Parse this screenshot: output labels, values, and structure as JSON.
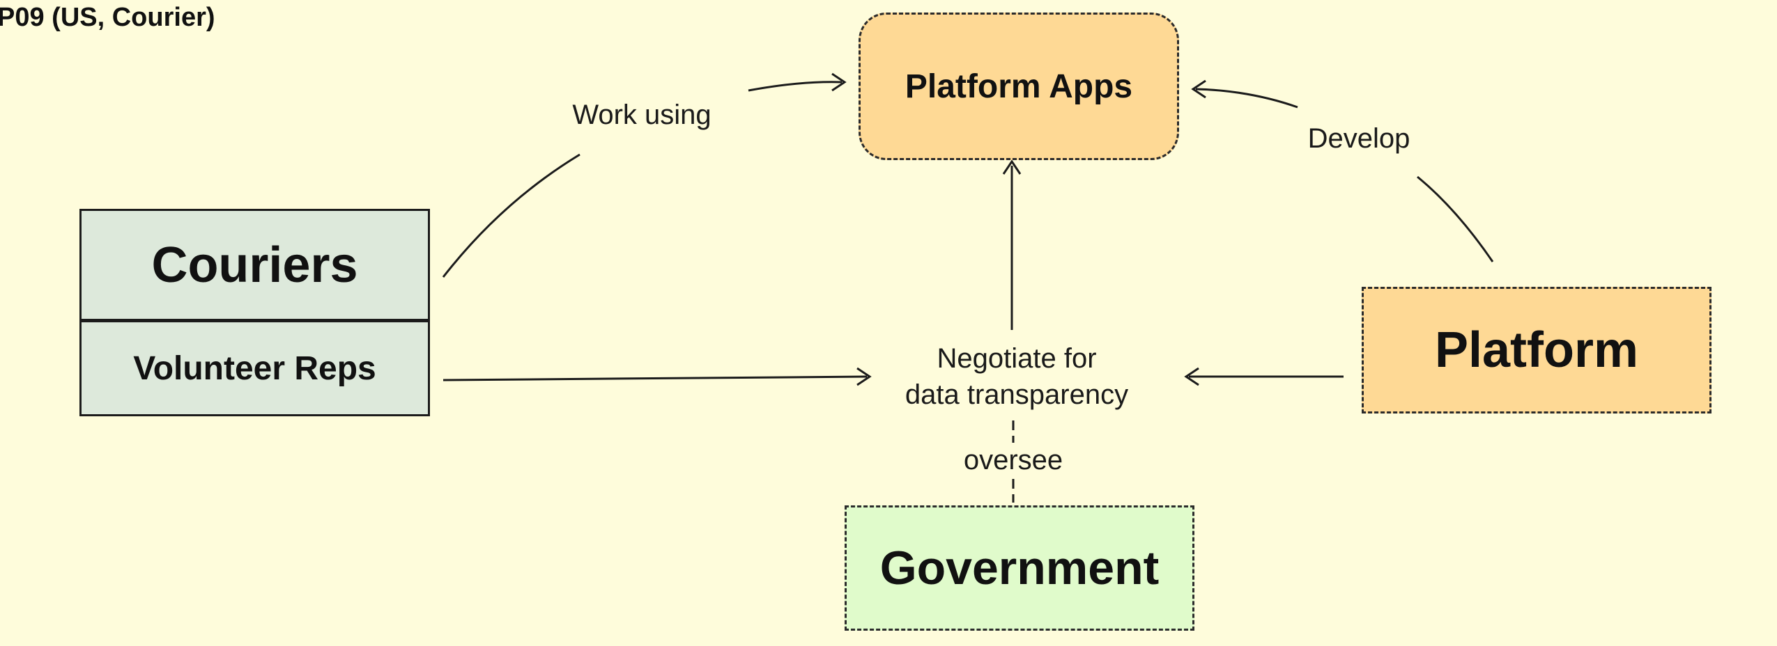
{
  "title": "P09 (US, Courier)",
  "nodes": {
    "platform_apps": "Platform Apps",
    "couriers": "Couriers",
    "volunteer_reps": "Volunteer Reps",
    "platform": "Platform",
    "government": "Government"
  },
  "edges": {
    "work_using": "Work using",
    "develop": "Develop",
    "negotiate_line1": "Negotiate for",
    "negotiate_line2": "data transparency",
    "oversee": "oversee"
  },
  "colors": {
    "background": "#fefcdb",
    "platform_fill": "#fed995",
    "couriers_fill": "#dde9db",
    "government_fill": "#e0fbcb",
    "line": "#1b1b1b"
  }
}
